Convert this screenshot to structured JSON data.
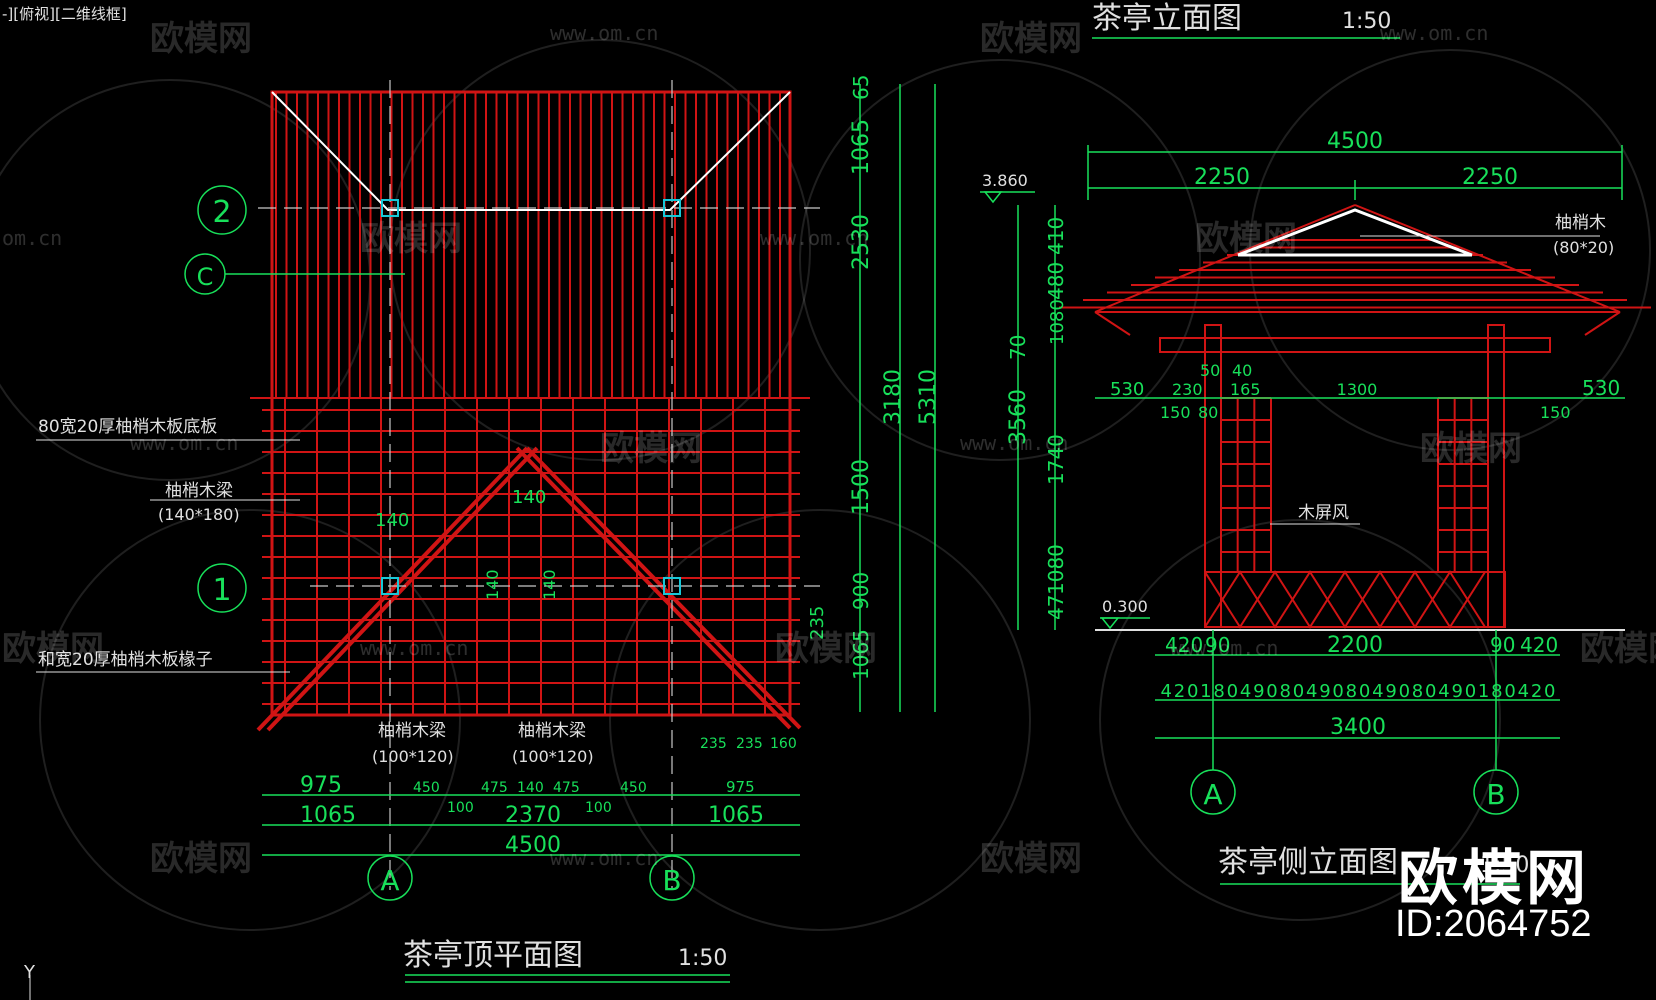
{
  "viewport_label": "-][俯视][二维线框]",
  "watermark": {
    "brand": "欧模网",
    "url": "www.om.cn",
    "url_short": "om.cn",
    "logo_big": "欧模网",
    "id": "ID:2064752"
  },
  "colors": {
    "background": "#000000",
    "annotation": "#18e05a",
    "structure": "#d01414",
    "ridge": "#ffffff",
    "column": "#18c8d8"
  },
  "plan": {
    "title": "茶亭顶平面图",
    "scale": "1:50",
    "labels": {
      "floor_board": "80宽20厚柚梢木板底板",
      "beam": "柚梢木梁",
      "beam_size": "(140*180)",
      "rafter": "和宽20厚柚梢木板椽子",
      "beam2": "柚梢木梁",
      "beam2_size": "(100*120)",
      "beam3": "柚梢木梁",
      "beam3_size": "(100*120)"
    },
    "grid": {
      "row2": "2",
      "rowC": "C",
      "row1": "1",
      "colA": "A",
      "colB": "B"
    },
    "dims_right": [
      "65",
      "1065",
      "2530",
      "3180",
      "5310",
      "1500",
      "900",
      "235",
      "1065"
    ],
    "dims_bottom": {
      "d975a": "975",
      "d450a": "450",
      "d100a": "100",
      "d475a": "475",
      "d140": "140",
      "d475b": "475",
      "d100b": "100",
      "d450b": "450",
      "d975b": "975",
      "d1065a": "1065",
      "d2370": "2370",
      "d1065b": "1065",
      "total": "4500",
      "s235a": "235",
      "s235b": "235",
      "s160": "160"
    },
    "inner": {
      "m140a": "140",
      "m140b": "140",
      "m140c": "140",
      "m140d": "140"
    }
  },
  "front": {
    "title": "茶亭立面图",
    "scale": "1:50",
    "top_dims": {
      "total": "4500",
      "left": "2250",
      "right": "2250"
    },
    "elev_top": "3.860",
    "elev_bottom": "0.300",
    "left_dims": [
      "410",
      "480",
      "1080",
      "3560",
      "1740",
      "1080"
    ],
    "left_dims_prefix": {
      "a": "70",
      "b": "47"
    },
    "row_dims": {
      "a530": "530",
      "a150": "150",
      "a230": "230",
      "a80": "80",
      "a50": "50",
      "a40": "40",
      "a165": "165",
      "a1300": "1300",
      "b530": "530",
      "b150": "150"
    },
    "labels": {
      "rafter": "柚梢木",
      "rafter_size": "(80*20)",
      "screen": "木屏风"
    },
    "bottom_dims": {
      "d420a": "420",
      "d90a": "90",
      "d2200": "2200",
      "d90b": "90",
      "d420b": "420",
      "sub": "420180490804908049080490180420",
      "total": "3400"
    },
    "grid": {
      "colA": "A",
      "colB": "B"
    }
  },
  "side": {
    "title": "茶亭侧立面图",
    "scale": "1:50"
  },
  "axis_label": "Y"
}
